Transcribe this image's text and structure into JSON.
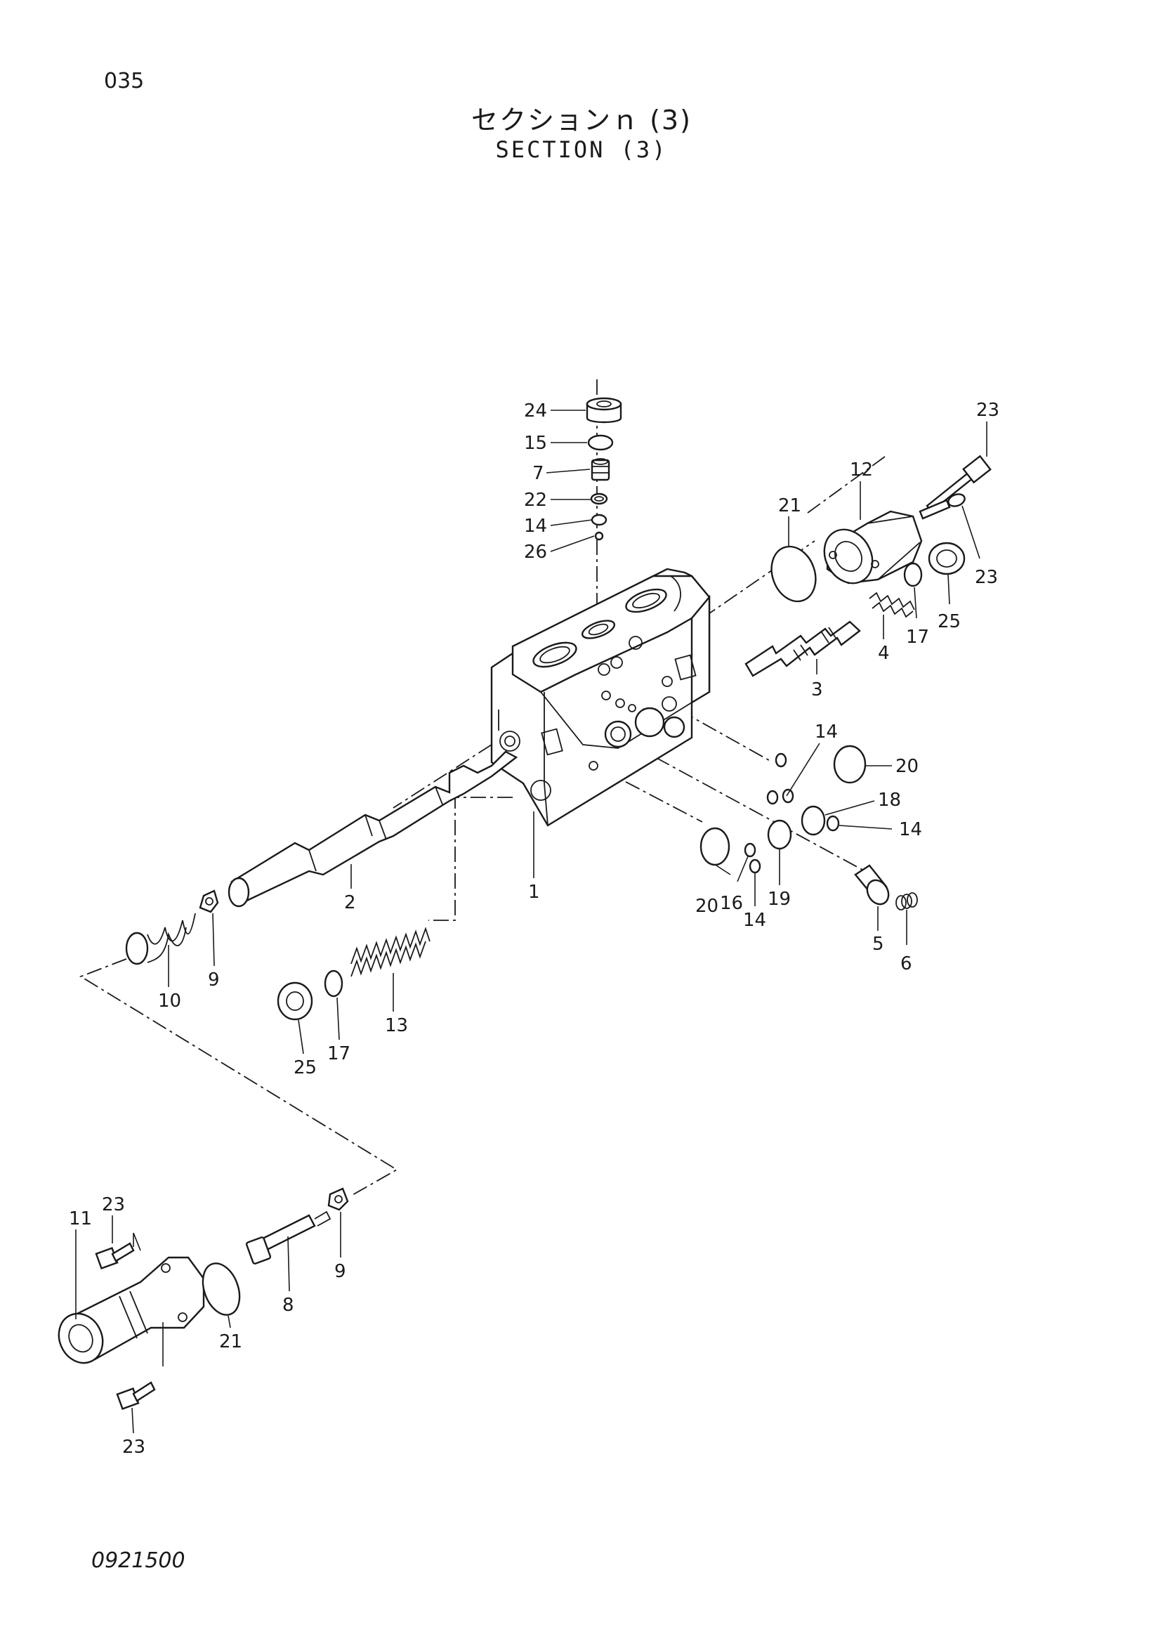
{
  "header": {
    "page_number": "035",
    "title_jp": "セクションｎ (3)",
    "title_en": "SECTION (3)"
  },
  "footer": {
    "drawing_number": "0921500"
  },
  "callouts": {
    "c1": "1",
    "c2": "2",
    "c3": "3",
    "c4": "4",
    "c5": "5",
    "c6": "6",
    "c7": "7",
    "c8": "8",
    "c9a": "9",
    "c9b": "9",
    "c10": "10",
    "c11": "11",
    "c12": "12",
    "c13": "13",
    "c14a": "14",
    "c14b": "14",
    "c14c": "14",
    "c14d": "14",
    "c15": "15",
    "c16": "16",
    "c17a": "17",
    "c17b": "17",
    "c18": "18",
    "c19": "19",
    "c20a": "20",
    "c20b": "20",
    "c21a": "21",
    "c21b": "21",
    "c22": "22",
    "c23a": "23",
    "c23b": "23",
    "c23c": "23",
    "c23d": "23",
    "c24": "24",
    "c25a": "25",
    "c25b": "25",
    "c26": "26"
  },
  "colors": {
    "ink": "#1a1a1a",
    "paper": "#ffffff"
  }
}
